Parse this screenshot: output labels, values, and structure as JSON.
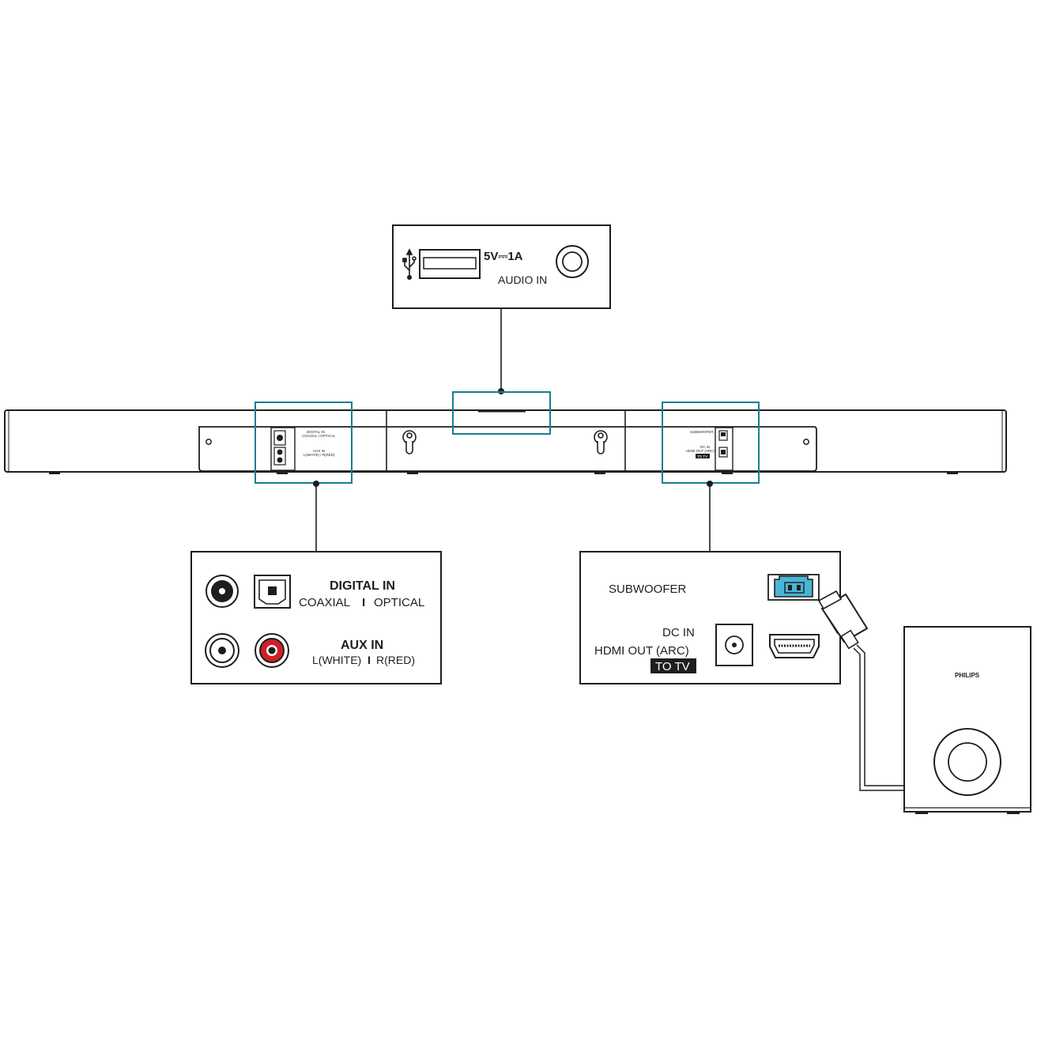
{
  "colors": {
    "ink": "#1e1e1e",
    "highlight": "#1a7d93",
    "connector_fill": "#4bb4d6",
    "rca_red": "#d21f26"
  },
  "top_panel": {
    "usb_rating": "5V⎓1A",
    "audio_in": "AUDIO IN",
    "icons": [
      "usb-icon",
      "usb-port-icon",
      "audio-jack-icon"
    ]
  },
  "soundbar_labels": {
    "left_digital": "DIGITAL IN",
    "left_digital_sub": "COAXIAL I OPTICAL",
    "left_aux": "AUX IN",
    "left_aux_sub": "L(WHITE) I R(RED)",
    "right_sub": "SUBWOOFER",
    "right_dc": "DC IN",
    "right_hdmi": "HDMI OUT (ARC)",
    "right_tv": "TO TV"
  },
  "left_panel": {
    "digital_in": "DIGITAL IN",
    "coaxial_optical": "COAXIAL",
    "separator": "I",
    "optical": "OPTICAL",
    "aux_in": "AUX IN",
    "white": "L(WHITE)",
    "red": "R(RED)",
    "icons": [
      "coaxial-jack-icon",
      "optical-port-icon",
      "rca-white-icon",
      "rca-red-icon"
    ]
  },
  "right_panel": {
    "subwoofer": "SUBWOOFER",
    "dc_in": "DC IN",
    "hdmi_out": "HDMI OUT (ARC)",
    "to_tv": "TO TV",
    "icons": [
      "subwoofer-connector-icon",
      "dc-jack-icon",
      "hdmi-port-icon"
    ]
  },
  "subwoofer_unit": {
    "brand": "PHILIPS"
  }
}
